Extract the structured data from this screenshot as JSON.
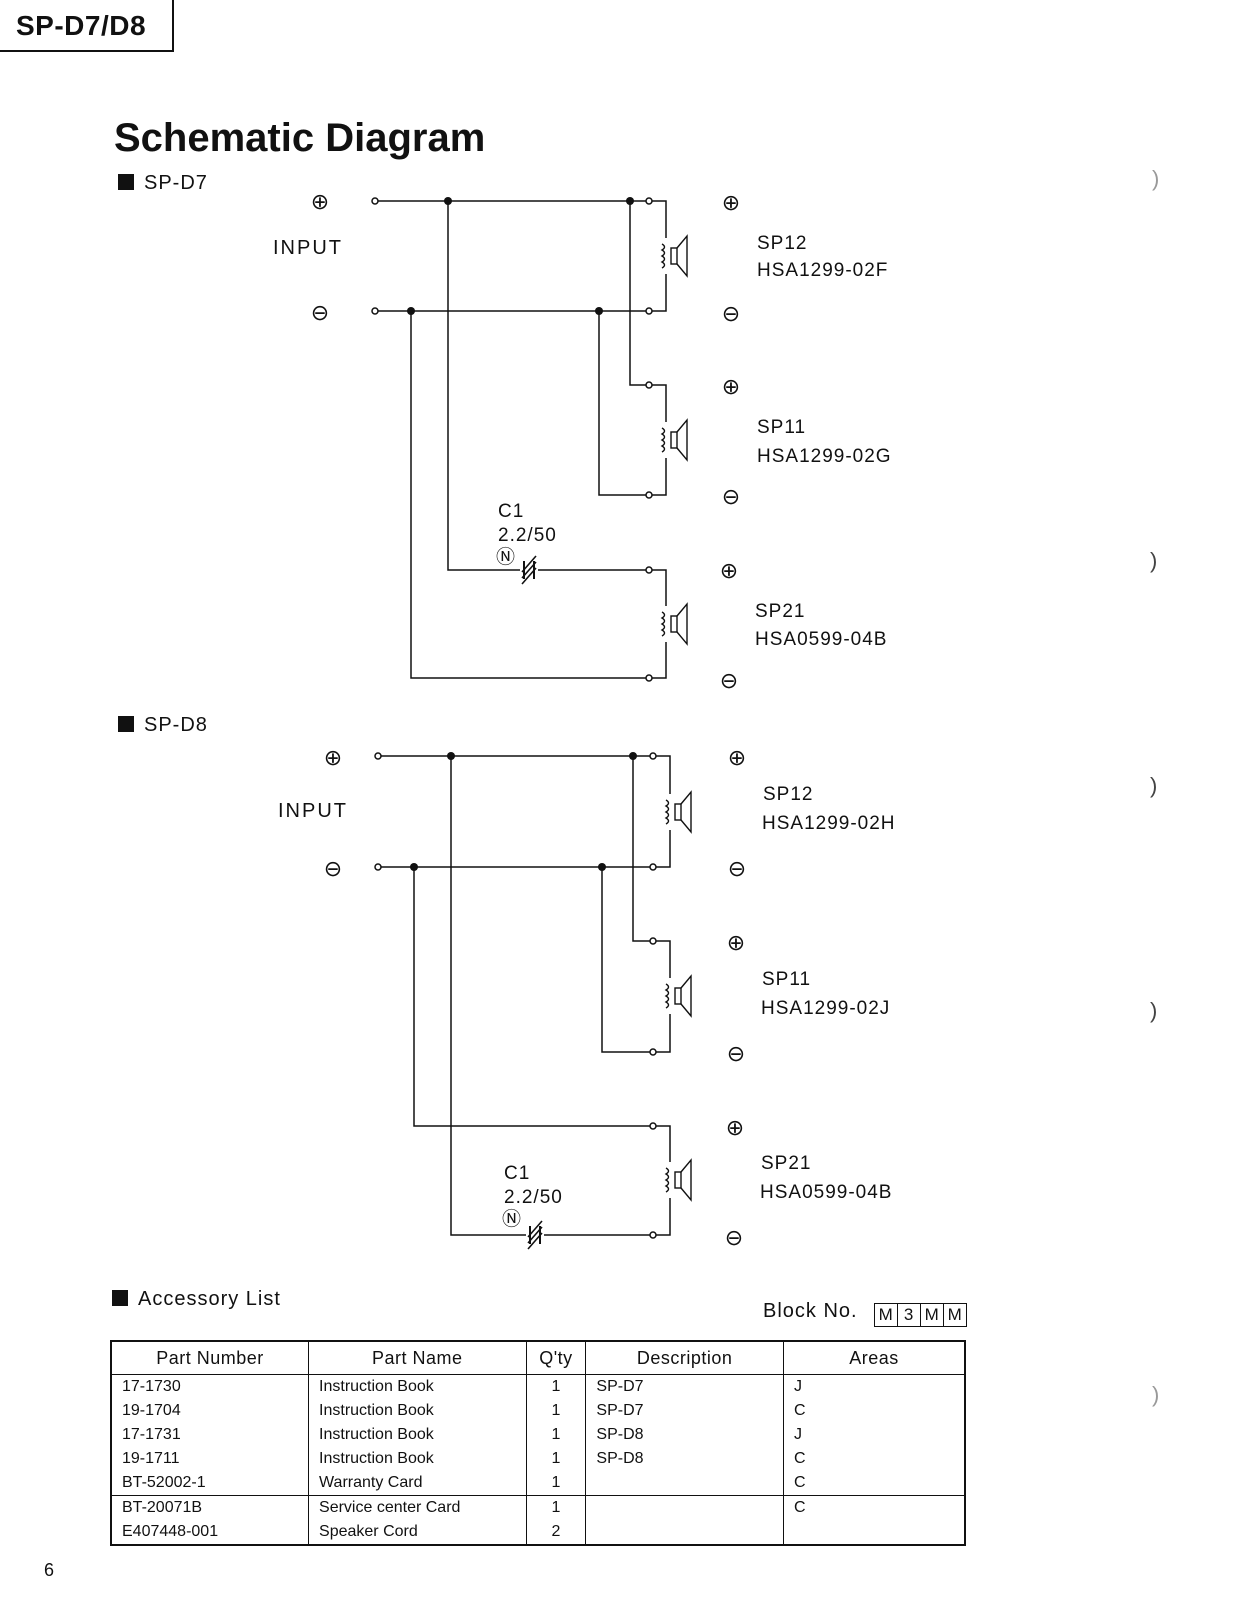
{
  "header": {
    "model": "SP-D7/D8"
  },
  "title": "Schematic Diagram",
  "diagrams": [
    {
      "model": "SP-D7",
      "input_label": "INPUT",
      "plus": "⊕",
      "minus": "⊖",
      "capacitor": {
        "ref": "C1",
        "value": "2.2/50",
        "mark": "Ⓝ"
      },
      "speakers": [
        {
          "ref": "SP12",
          "part": "HSA1299-02F"
        },
        {
          "ref": "SP11",
          "part": "HSA1299-02G"
        },
        {
          "ref": "SP21",
          "part": "HSA0599-04B"
        }
      ]
    },
    {
      "model": "SP-D8",
      "input_label": "INPUT",
      "plus": "⊕",
      "minus": "⊖",
      "capacitor": {
        "ref": "C1",
        "value": "2.2/50",
        "mark": "Ⓝ"
      },
      "speakers": [
        {
          "ref": "SP12",
          "part": "HSA1299-02H"
        },
        {
          "ref": "SP11",
          "part": "HSA1299-02J"
        },
        {
          "ref": "SP21",
          "part": "HSA0599-04B"
        }
      ]
    }
  ],
  "accessory": {
    "title": "Accessory List",
    "block_label": "Block No.",
    "block_no": [
      "M",
      "3",
      "M",
      "M"
    ],
    "headers": [
      "Part Number",
      "Part Name",
      "Q'ty",
      "Description",
      "Areas"
    ],
    "rows": [
      [
        "17-1730",
        "Instruction Book",
        "1",
        "SP-D7",
        "J"
      ],
      [
        "19-1704",
        "Instruction Book",
        "1",
        "SP-D7",
        "C"
      ],
      [
        "17-1731",
        "Instruction Book",
        "1",
        "SP-D8",
        "J"
      ],
      [
        "19-1711",
        "Instruction Book",
        "1",
        "SP-D8",
        "C"
      ],
      [
        "BT-52002-1",
        "Warranty Card",
        "1",
        "",
        "C"
      ],
      [
        "BT-20071B",
        "Service center Card",
        "1",
        "",
        "C"
      ],
      [
        "E407448-001",
        "Speaker Cord",
        "2",
        "",
        ""
      ]
    ]
  },
  "page_number": "6"
}
